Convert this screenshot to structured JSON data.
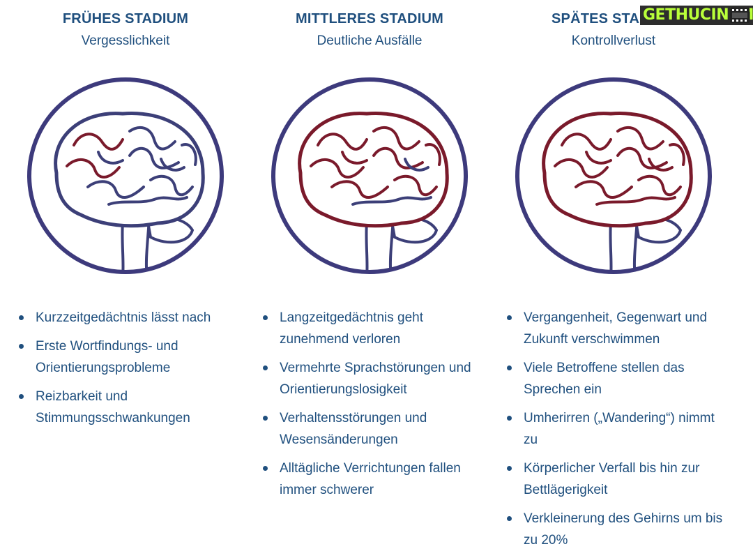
{
  "watermark": {
    "text": "GETHUCINEMA",
    "icon": "film-strip-icon"
  },
  "brain_colors": {
    "outline": "#3c3f78",
    "affected": "#7a1a2b",
    "circle": "#3d3a7c"
  },
  "stages": [
    {
      "title": "FRÜHES STADIUM",
      "subtitle": "Vergesslichkeit",
      "affected_level": 0.15,
      "symptoms": [
        "Kurzzeitgedächtnis lässt nach",
        "Erste Wortfindungs- und Orientierungsprobleme",
        "Reizbarkeit und Stimmungsschwankungen"
      ]
    },
    {
      "title": "MITTLERES STADIUM",
      "subtitle": "Deutliche Ausfälle",
      "affected_level": 0.75,
      "symptoms": [
        "Langzeitgedächtnis geht zunehmend verloren",
        "Vermehrte Sprachstörungen und Orientierungslosigkeit",
        "Verhaltensstörungen und Wesensänderungen",
        "Alltägliche Verrichtungen fallen immer schwerer"
      ]
    },
    {
      "title": "SPÄTES STADIUM",
      "subtitle": "Kontrollverlust",
      "affected_level": 1.0,
      "symptoms": [
        "Vergangenheit, Gegenwart und Zukunft verschwimmen",
        "Viele Betroffene stellen das Sprechen ein",
        "Umherirren („Wandering“) nimmt zu",
        "Körperlicher Verfall bis hin zur Bettlägerigkeit",
        "Verkleinerung des Gehirns um bis zu 20%"
      ]
    }
  ]
}
